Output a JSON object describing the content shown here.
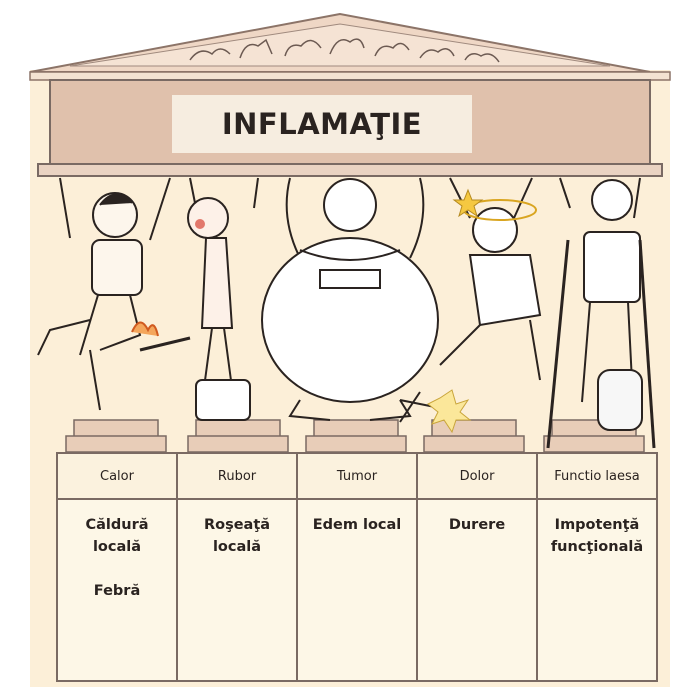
{
  "title": "INFLAMAŢIE",
  "columns": [
    {
      "header": "Calor",
      "body": [
        "Căldură",
        "locală",
        "",
        "Febră"
      ]
    },
    {
      "header": "Rubor",
      "body": [
        "Roşeaţă",
        "locală"
      ]
    },
    {
      "header": "Tumor",
      "body": [
        "Edem local"
      ]
    },
    {
      "header": "Dolor",
      "body": [
        "Durere"
      ]
    },
    {
      "header": "Functio laesa",
      "body": [
        "Impotenţă",
        "funcţională"
      ]
    }
  ],
  "illustrations": [
    "burning-man-icon",
    "red-man-icon",
    "swollen-man-icon",
    "dizzy-man-icon",
    "crutch-man-icon"
  ],
  "colors": {
    "background": "#fcefd8",
    "roof": "#efd7c5",
    "beam": "#e0c1ac",
    "outline": "#7a6a63",
    "text": "#2a2320"
  }
}
